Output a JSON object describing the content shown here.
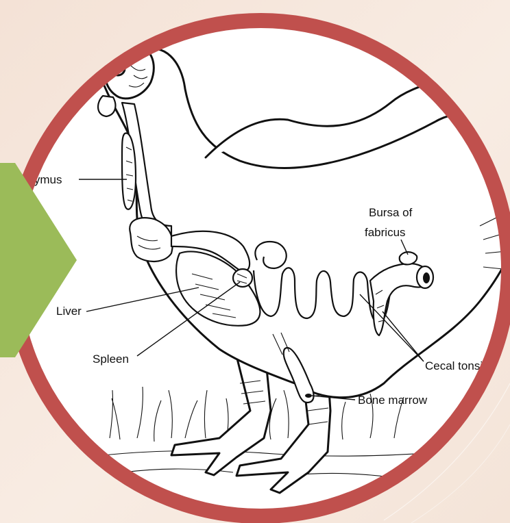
{
  "diagram": {
    "labels": {
      "thymus": "Thymus",
      "bursa_line1": "Bursa of",
      "bursa_line2": "fabricus",
      "liver": "Liver",
      "spleen": "Spleen",
      "cecal": "Cecal tonsils",
      "bone_marrow": "Bone marrow"
    }
  },
  "colors": {
    "background": "#f4e2d6",
    "ring": "#c0504d",
    "arrow": "#9bbb59",
    "ink": "#111111"
  }
}
